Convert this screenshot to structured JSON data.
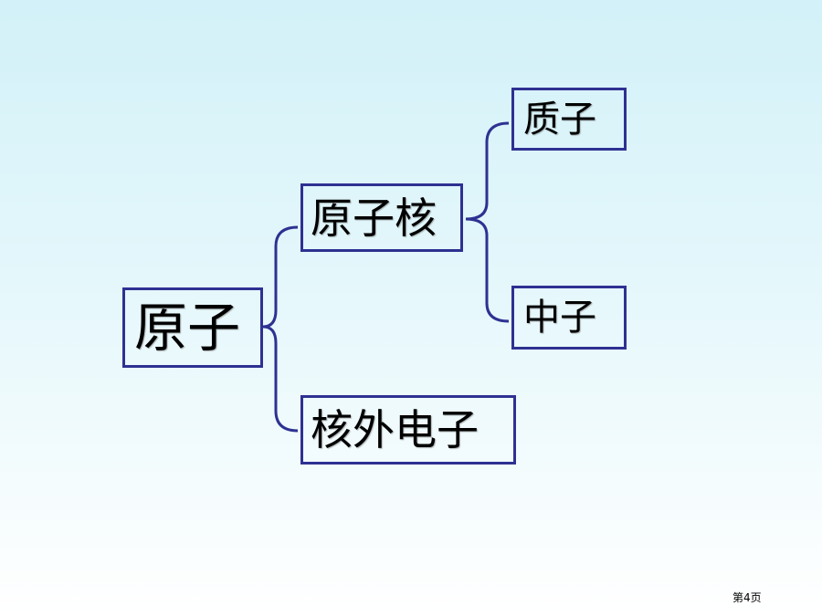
{
  "diagram": {
    "root": "原子",
    "nucleus": "原子核",
    "electron": "核外电子",
    "proton": "质子",
    "neutron": "中子"
  },
  "footer": {
    "page_label": "第4页"
  },
  "colors": {
    "accent": "#2e3192",
    "background_top": "#d2f1f8",
    "background_bottom": "#ffffff"
  }
}
